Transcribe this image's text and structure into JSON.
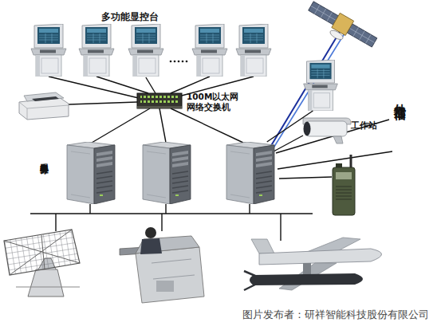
{
  "diagram": {
    "nodes": [
      {
        "text": [
          "多功能显控台"
        ]
      },
      {
        "text": [
          "100M以太网 网络交换机"
        ]
      },
      {
        "text": [
          "工作站"
        ]
      },
      {
        "text": [
          "中央服务器"
        ]
      }
    ],
    "edges": [
      {
        "from": 0,
        "to": 1,
        "arrow": "none"
      },
      {
        "from": 1,
        "to": 3,
        "arrow": "none"
      },
      {
        "from": 2,
        "to": 3,
        "arrow": "none"
      }
    ],
    "labels": [
      "外部通信",
      "图片发布者：研祥智能科技股份有限公司"
    ]
  }
}
